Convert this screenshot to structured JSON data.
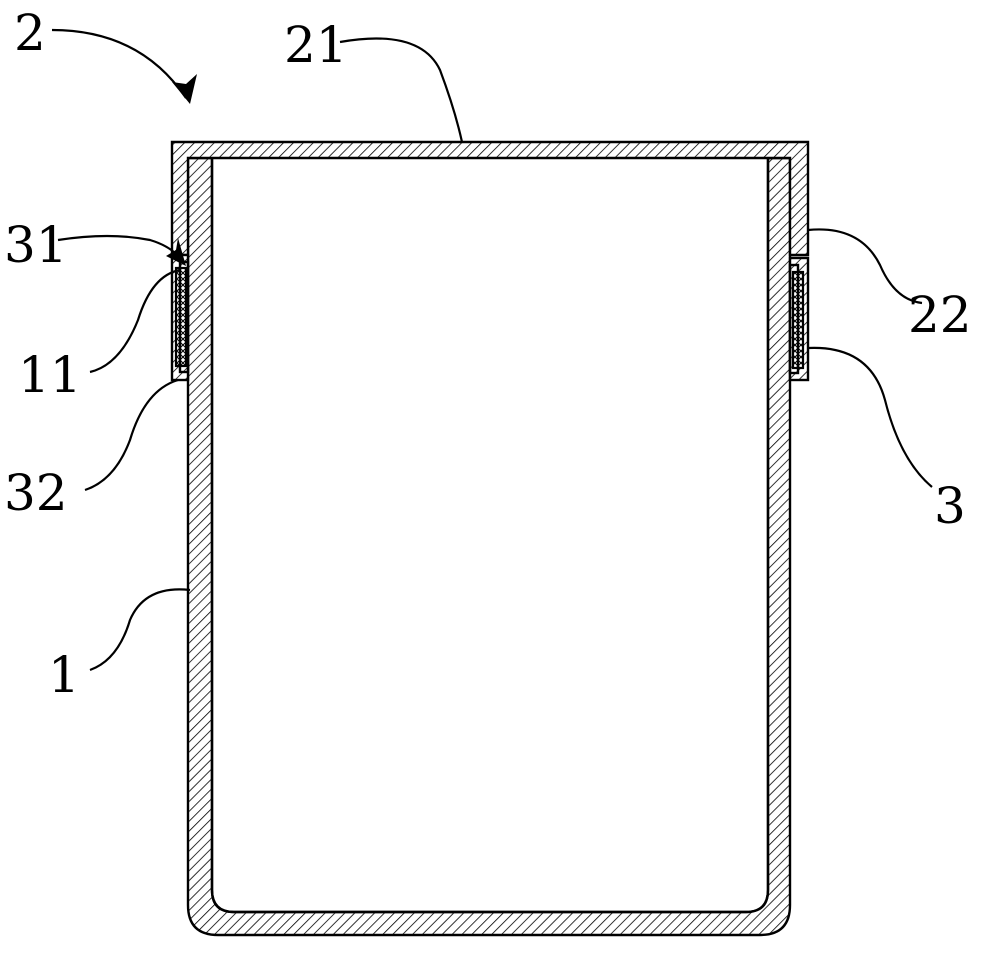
{
  "figure": {
    "labels": {
      "assembly": "2",
      "lid_top": "21",
      "lid_skirt": "22",
      "seal_ring": "3",
      "seal_lip_upper": "31",
      "container_groove": "11",
      "seal_lip_lower": "32",
      "container": "1"
    }
  }
}
